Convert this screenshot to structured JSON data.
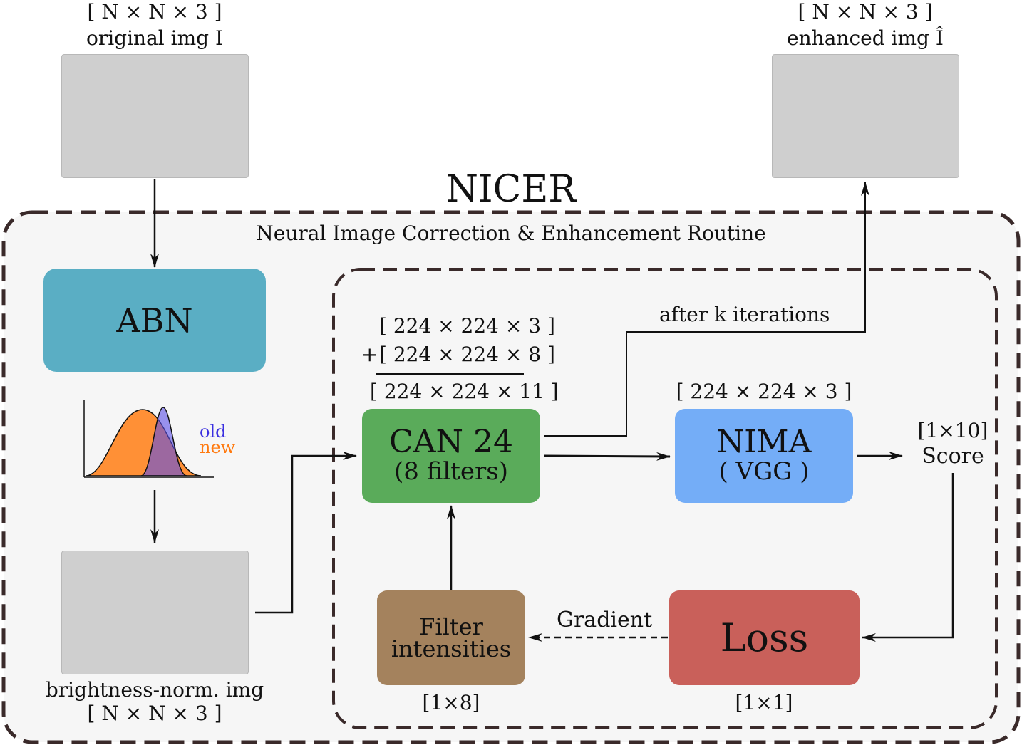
{
  "title": "NICER",
  "subtitle": "Neural Image Correction & Enhancement Routine",
  "input_image": {
    "dims": "[ N × N × 3 ]",
    "label": "original img I"
  },
  "output_image": {
    "dims": "[ N × N × 3 ]",
    "label": "enhanced img Î"
  },
  "norm_image": {
    "label": "brightness-norm. img",
    "dims": "[ N × N × 3 ]"
  },
  "abn": {
    "label": "ABN"
  },
  "histogram": {
    "legend_old": "old",
    "legend_new": "new",
    "color_old": "#5a4fe8",
    "color_new": "#ff8a2b"
  },
  "can": {
    "title": "CAN 24",
    "subtitle": "(8 filters)",
    "dims_line1": "[ 224 × 224 × 3 ]",
    "dims_line2_prefix": "+",
    "dims_line2": "[ 224 × 224 × 8 ]",
    "dims_sum": "[ 224 × 224 × 11 ]"
  },
  "nima": {
    "title": "NIMA",
    "subtitle": "( VGG )",
    "dims": "[ 224 × 224 × 3 ]"
  },
  "score": {
    "dims": "[1×10]",
    "label": "Score"
  },
  "loss": {
    "label": "Loss",
    "dims": "[1×1]"
  },
  "filters": {
    "line1": "Filter",
    "line2": "intensities",
    "dims": "[1×8]"
  },
  "edges": {
    "after_k": "after k iterations",
    "gradient": "Gradient"
  },
  "colors": {
    "abn": "#5aaec4",
    "can": "#5aab5a",
    "nima": "#74adf7",
    "loss": "#c9605a",
    "filters": "#a4825d",
    "outer_bg": "#f6f6f6",
    "dash": "#3a2a2a"
  }
}
